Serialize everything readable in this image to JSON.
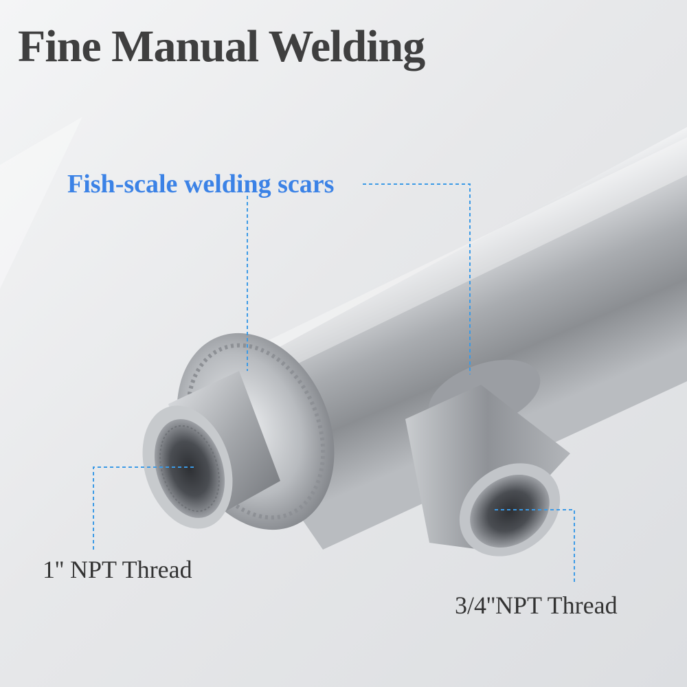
{
  "title": "Fine Manual Welding",
  "callout": "Fish-scale welding scars",
  "labels": {
    "left_port": "1'' NPT Thread",
    "right_port": "3/4''NPT Thread"
  },
  "colors": {
    "title": "#3f3f3f",
    "callout": "#3b82e6",
    "leader_lines": "#3b9ae6",
    "metal": "#c4c7ca"
  }
}
